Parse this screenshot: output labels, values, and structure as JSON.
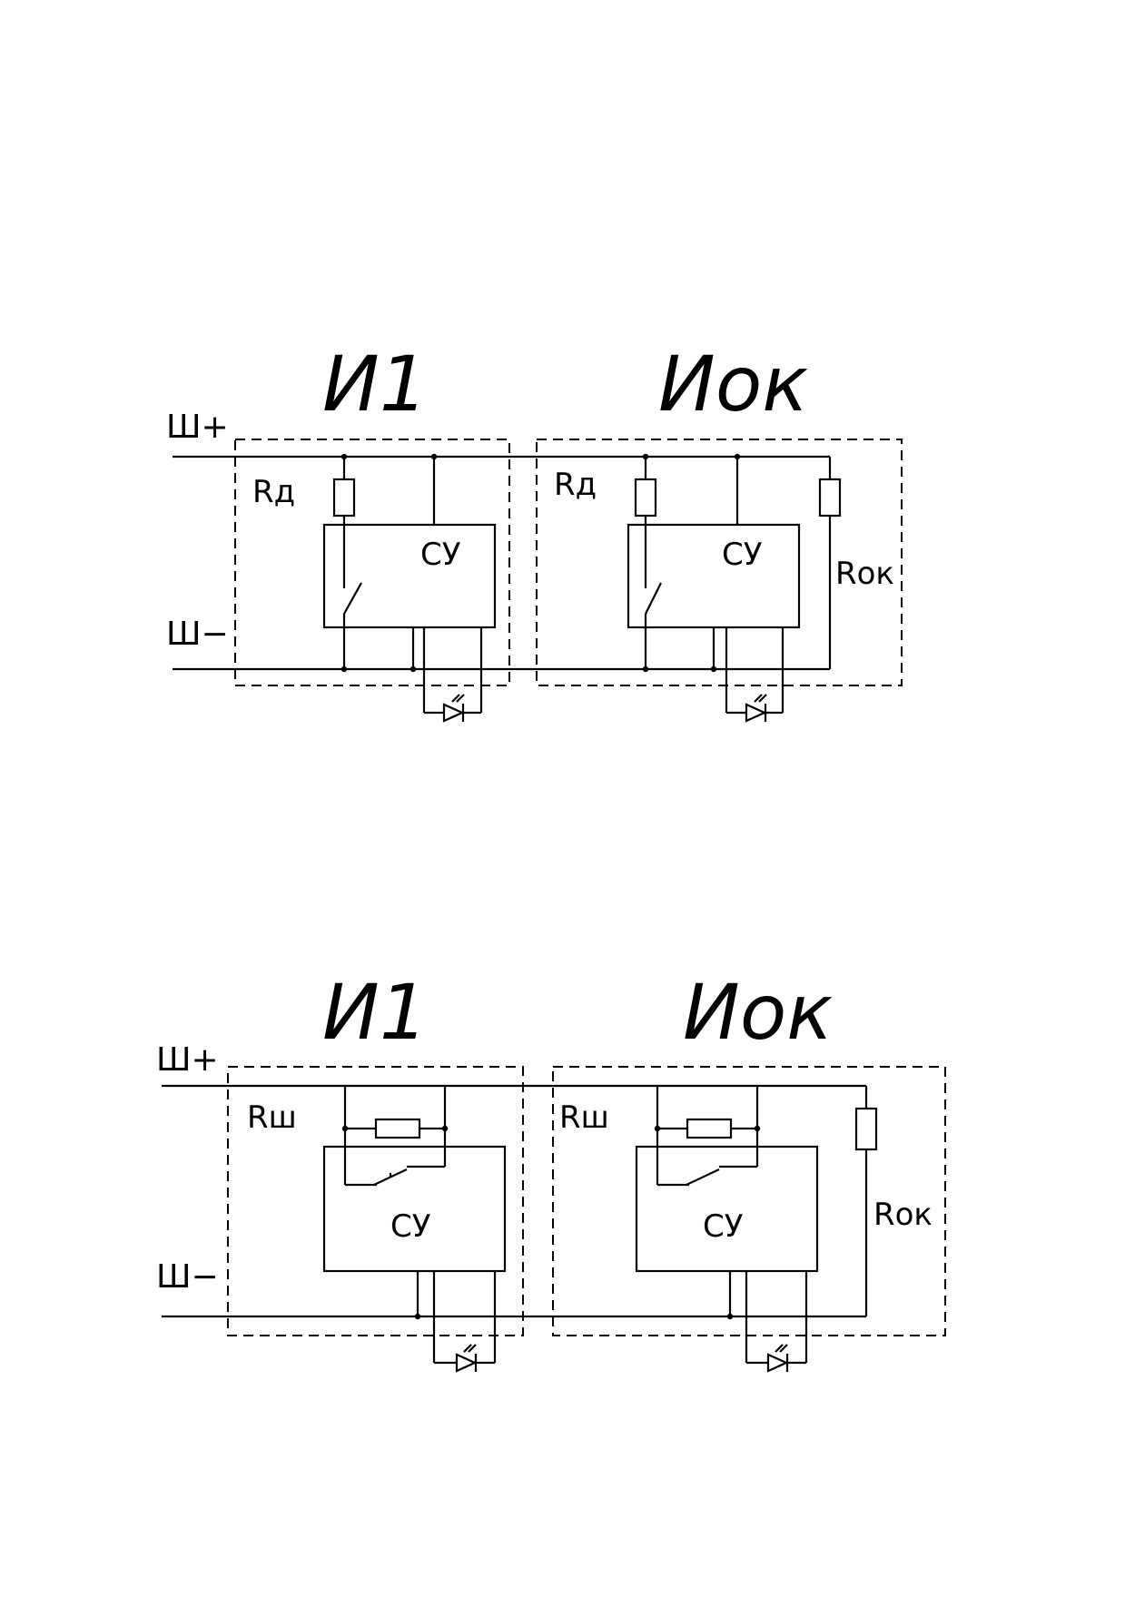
{
  "diagram1": {
    "bus_plus": "Ш+",
    "bus_minus": "Ш−",
    "block1": {
      "title": "И1",
      "resistor": "Rд",
      "unit": "СУ"
    },
    "block2": {
      "title": "Иок",
      "resistor": "Rд",
      "unit": "СУ",
      "end_resistor": "Rок"
    }
  },
  "diagram2": {
    "bus_plus": "Ш+",
    "bus_minus": "Ш−",
    "block1": {
      "title": "И1",
      "resistor": "Rш",
      "unit": "СУ"
    },
    "block2": {
      "title": "Иок",
      "resistor": "Rш",
      "unit": "СУ",
      "end_resistor": "Rок"
    }
  }
}
